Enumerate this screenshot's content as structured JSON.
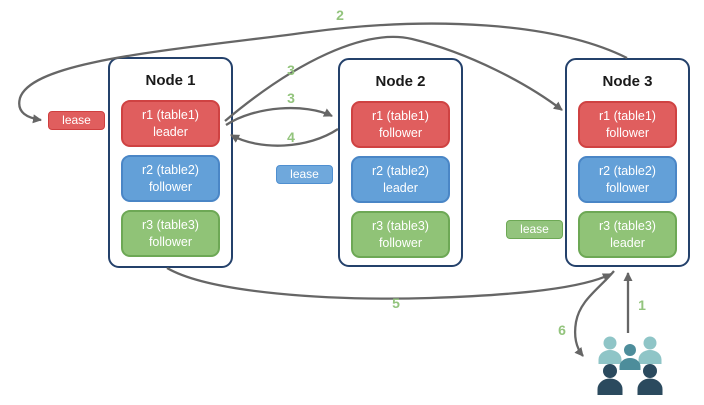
{
  "diagram": {
    "nodes": [
      {
        "title": "Node 1",
        "replicas": [
          {
            "name": "r1 (table1)",
            "role": "leader",
            "color": "#e05e5e"
          },
          {
            "name": "r2 (table2)",
            "role": "follower",
            "color": "#63a0d8"
          },
          {
            "name": "r3 (table3)",
            "role": "follower",
            "color": "#90c377"
          }
        ]
      },
      {
        "title": "Node 2",
        "replicas": [
          {
            "name": "r1 (table1)",
            "role": "follower",
            "color": "#e05e5e"
          },
          {
            "name": "r2 (table2)",
            "role": "leader",
            "color": "#63a0d8"
          },
          {
            "name": "r3 (table3)",
            "role": "follower",
            "color": "#90c377"
          }
        ]
      },
      {
        "title": "Node 3",
        "replicas": [
          {
            "name": "r1 (table1)",
            "role": "follower",
            "color": "#e05e5e"
          },
          {
            "name": "r2 (table2)",
            "role": "follower",
            "color": "#63a0d8"
          },
          {
            "name": "r3 (table3)",
            "role": "leader",
            "color": "#90c377"
          }
        ]
      }
    ],
    "leases": [
      {
        "label": "lease",
        "color": "#e05e5e"
      },
      {
        "label": "lease",
        "color": "#6fa8dc"
      },
      {
        "label": "lease",
        "color": "#93c47d"
      }
    ],
    "steps": {
      "s1": "1",
      "s2": "2",
      "s3a": "3",
      "s3b": "3",
      "s4": "4",
      "s5": "5",
      "s6": "6"
    },
    "icons": {
      "users": "users-group-icon"
    },
    "colors": {
      "node_border": "#24416b",
      "arrow": "#666666",
      "step_label": "#93c47d",
      "replica_red": "#e05e5e",
      "replica_blue": "#63a0d8",
      "replica_green": "#90c377",
      "users_light": "#8fc5c7",
      "users_mid": "#4d8d9b",
      "users_dark": "#2b4a5e"
    }
  }
}
